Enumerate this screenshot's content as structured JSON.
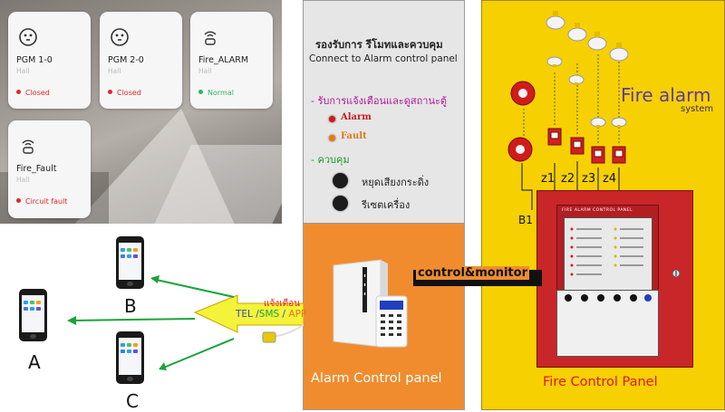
{
  "app": {
    "cards": [
      {
        "name": "PGM 1-0",
        "location": "Hall",
        "status": "Closed",
        "status_color": "#e0262b",
        "icon": "socket-icon"
      },
      {
        "name": "PGM 2-0",
        "location": "Hall",
        "status": "Closed",
        "status_color": "#e0262b",
        "icon": "socket-icon"
      },
      {
        "name": "Fire_ALARM",
        "location": "Hall",
        "status": "Normal",
        "status_color": "#2fb36a",
        "icon": "wireless-sensor-icon"
      },
      {
        "name": "Fire_Fault",
        "location": "Hall",
        "status": "Circuit fault",
        "status_color": "#e0262b",
        "icon": "wireless-sensor-icon"
      }
    ]
  },
  "center": {
    "title_th": "รองรับการ รีโมทและควบคุม",
    "subtitle": "Connect to Alarm control panel",
    "section1": "- รับการแจ้งเตือนและดูสถานะตู้",
    "alarm": "Alarm",
    "fault": "Fault",
    "section2": "- ควบคุม",
    "ctrl1": "หยุดเสียงกระดิ่ง",
    "ctrl2": "รีเซตเครื่อง",
    "panel_label": "Alarm Control panel"
  },
  "link": {
    "label": "control&monitor"
  },
  "arrow": {
    "notify_th": "แจ้งเตือน",
    "tel": "TEL",
    "sms": "SMS",
    "app": "APP",
    "sep": " /"
  },
  "phones": {
    "a": "A",
    "b": "B",
    "c": "C"
  },
  "fire": {
    "title": "Fire alarm",
    "subtitle": "system",
    "zones": [
      "z1",
      "z2",
      "z3",
      "z4"
    ],
    "bell_loop": "B1",
    "panel_caption": "FIRE ALARM CONTROL PANEL",
    "panel_label": "Fire Control Panel"
  },
  "colors": {
    "orange": "#f08c2e",
    "yellow": "#f7d002",
    "panel_red": "#c9262a",
    "arrow_fill": "#f5f23a",
    "green_arrow": "#1aa33b"
  }
}
